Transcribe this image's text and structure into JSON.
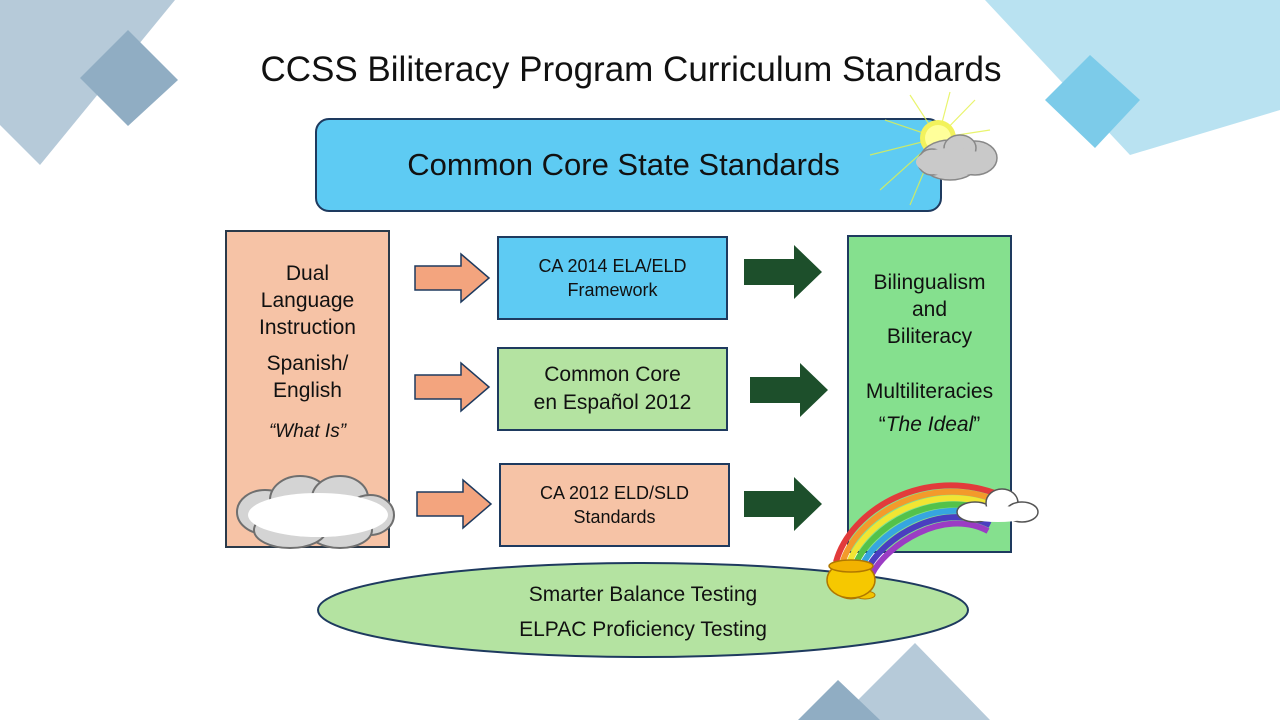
{
  "title": "CCSS Biliteracy Program Curriculum Standards",
  "top_box": "Common Core State Standards",
  "left_box": {
    "line1": "Dual",
    "line2": "Language",
    "line3": "Instruction",
    "line4": "Spanish/",
    "line5": "English",
    "caption": "“What Is”"
  },
  "middle_boxes": [
    {
      "line1": "CA 2014 ELA/ELD",
      "line2": "Framework"
    },
    {
      "line1": "Common Core",
      "line2": "en Español 2012"
    },
    {
      "line1": "CA 2012 ELD/SLD",
      "line2": "Standards"
    }
  ],
  "right_box": {
    "line1": "Bilingualism",
    "line2": "and",
    "line3": "Biliteracy",
    "line4": "Multiliteracies",
    "quote_open": "“",
    "caption": "The Ideal",
    "quote_close": "”"
  },
  "bottom_ellipse": {
    "line1": "Smarter Balance Testing",
    "line2": "ELPAC Proficiency Testing"
  },
  "colors": {
    "blue_box": "#5ecbf3",
    "peach_box": "#f6c3a6",
    "light_green_box": "#b4e3a1",
    "green_box": "#85e08e",
    "dark_arrow": "#1d4f2b",
    "peach_arrow": "#f3a47e"
  }
}
